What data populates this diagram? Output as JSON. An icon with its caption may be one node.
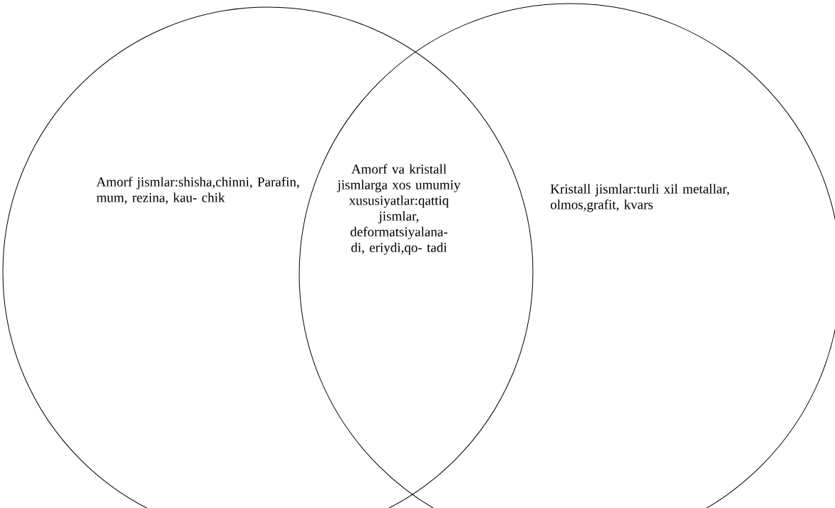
{
  "diagram": {
    "nodes": [
      {
        "text": [
          "Amorf jismlar:shisha,chinni, Parafin, mum, rezina, kau- chik"
        ]
      },
      {
        "text": [
          "Kristall jismlar:turli xil metallar, olmos,grafit, kvars"
        ]
      }
    ],
    "labels": [
      "Amorf va kristall jismlarga xos umumiy xususiyatlar:qattiq jismlar, deformatsiyalana- di, eriydi,qo- tadi"
    ]
  }
}
